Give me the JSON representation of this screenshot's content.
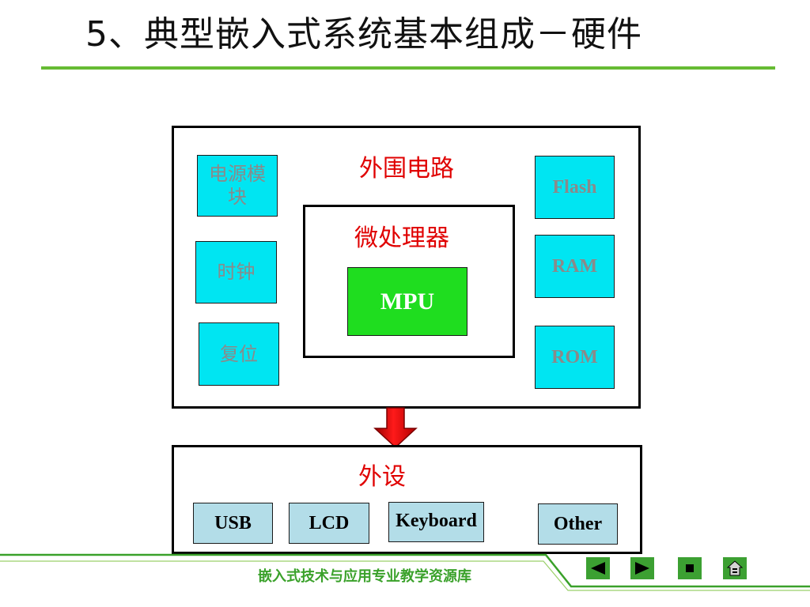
{
  "title": "5、典型嵌入式系统基本组成－硬件",
  "diagram": {
    "outer_label": "外围电路",
    "inner_label": "微处理器",
    "mpu": "MPU",
    "left_blocks": [
      "电源模块",
      "时钟",
      "复位"
    ],
    "right_blocks": [
      "Flash",
      "RAM",
      "ROM"
    ],
    "peripheral_label": "外设",
    "peripherals": [
      "USB",
      "LCD",
      "Keyboard",
      "Other"
    ]
  },
  "footer": {
    "text": "嵌入式技术与应用专业教学资源库"
  },
  "nav": {
    "icons": [
      "previous-icon",
      "next-icon",
      "stop-icon",
      "home-icon"
    ]
  },
  "colors": {
    "accent_green": "#66bb33",
    "label_red": "#e00000",
    "block_cyan": "#00e5f2",
    "mpu_green": "#1fdd1f",
    "peripheral_blue": "#b3dde8"
  }
}
